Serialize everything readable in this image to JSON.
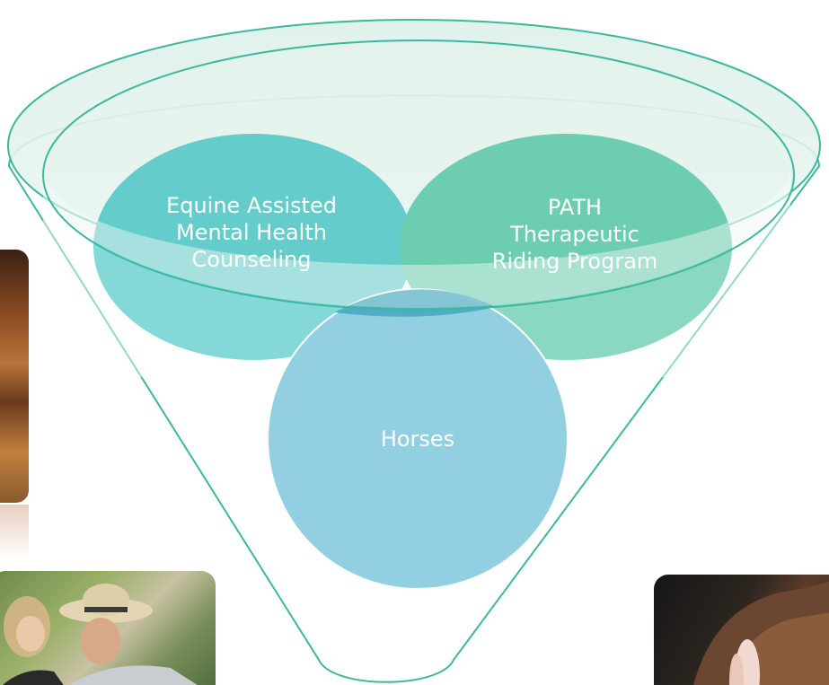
{
  "diagram": {
    "bubbles": {
      "counseling": {
        "label": "Equine Assisted\nMental Health\nCounseling",
        "color": "#1fb8b8"
      },
      "path": {
        "label": "PATH\nTherapeutic\nRiding Program",
        "color": "#2bb88f"
      },
      "horses": {
        "label": "Horses",
        "color": "#92cfe0"
      }
    },
    "funnel": {
      "stroke": "#3cb89e",
      "fill": "#e6f4ee"
    }
  },
  "photos": [
    {
      "name": "horse-photo-left",
      "icon": "horse-image"
    },
    {
      "name": "couple-photo",
      "icon": "people-image"
    },
    {
      "name": "horse-photo-right",
      "icon": "horse-image"
    }
  ]
}
